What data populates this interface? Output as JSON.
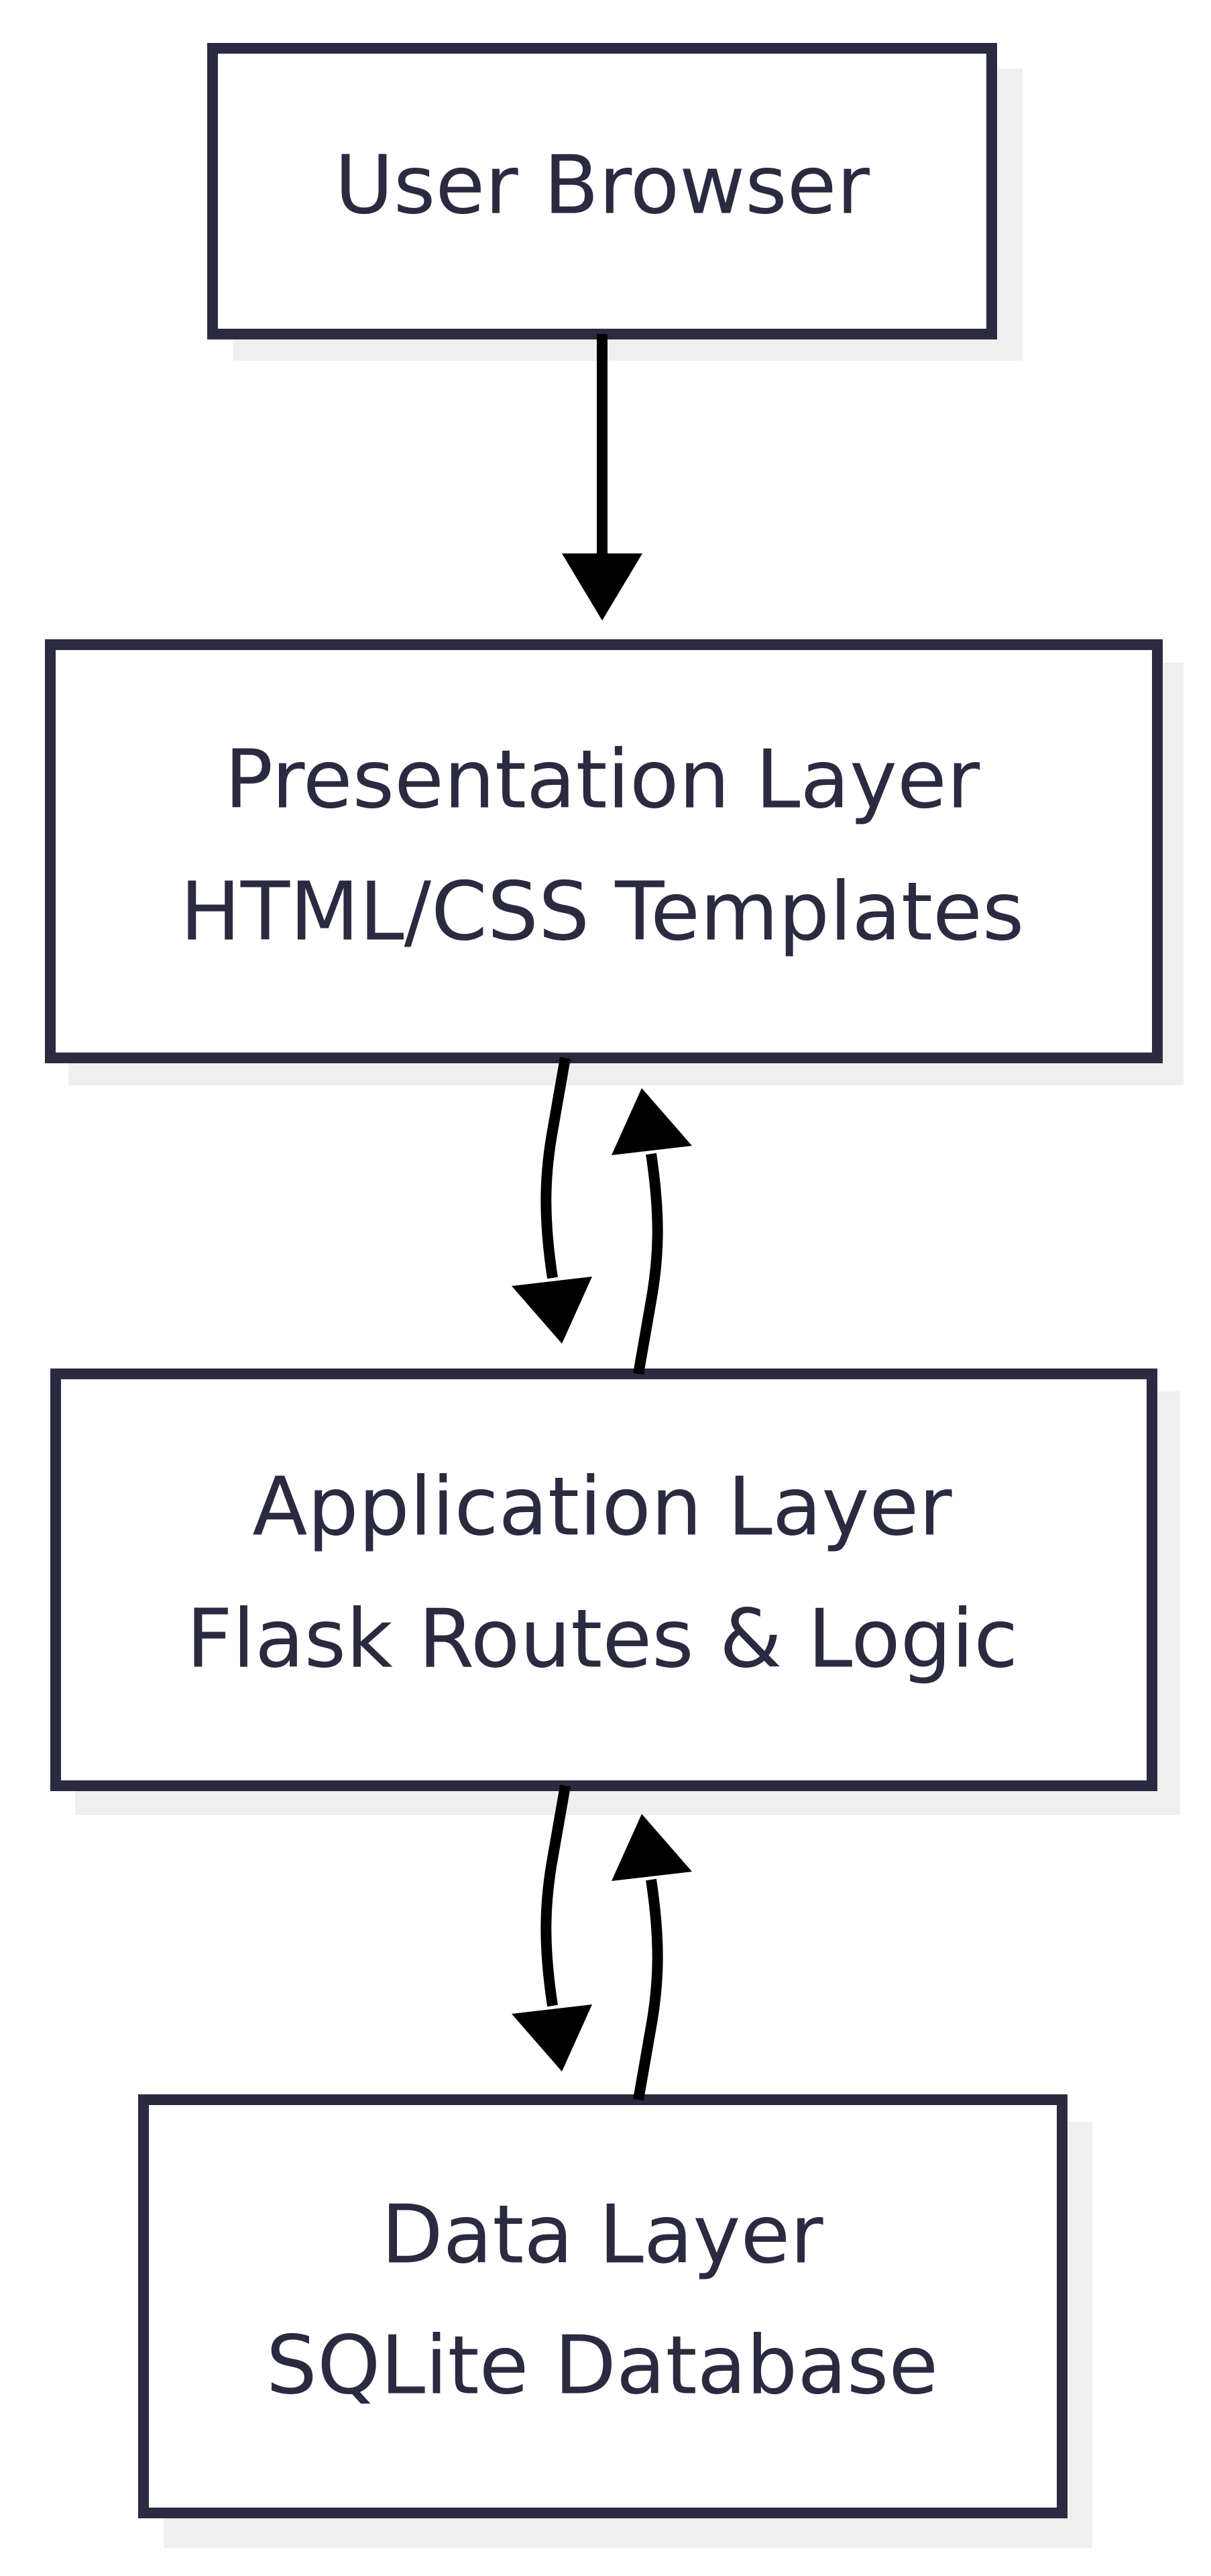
{
  "nodes": {
    "user_browser": {
      "lines": [
        "User Browser"
      ]
    },
    "presentation_layer": {
      "lines": [
        "Presentation Layer",
        "HTML/CSS Templates"
      ]
    },
    "application_layer": {
      "lines": [
        "Application Layer",
        "Flask Routes & Logic"
      ]
    },
    "data_layer": {
      "lines": [
        "Data Layer",
        "SQLite Database"
      ]
    }
  },
  "edges": [
    {
      "from": "user_browser",
      "to": "presentation_layer"
    },
    {
      "from": "presentation_layer",
      "to": "application_layer"
    },
    {
      "from": "application_layer",
      "to": "presentation_layer"
    },
    {
      "from": "application_layer",
      "to": "data_layer"
    },
    {
      "from": "data_layer",
      "to": "application_layer"
    }
  ],
  "colors": {
    "box_stroke": "#2a2a40",
    "text": "#2a2a40",
    "shadow": "#efefef",
    "arrow": "#000000",
    "background": "#ffffff"
  }
}
